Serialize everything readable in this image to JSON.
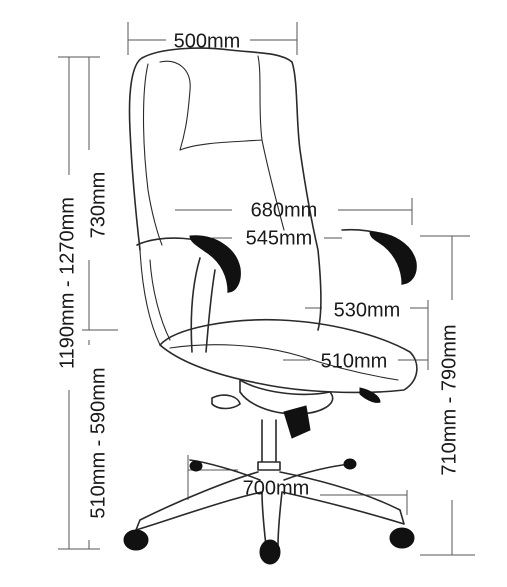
{
  "dimensions": {
    "top_width": "500mm",
    "arm_width_outer": "680mm",
    "arm_width_inner": "545mm",
    "seat_depth": "530mm",
    "seat_width": "510mm",
    "base_diameter": "700mm",
    "total_height": "1190mm - 1270mm",
    "back_height": "730mm",
    "seat_height": "510mm - 590mm",
    "arm_height": "710mm - 790mm"
  },
  "colors": {
    "outline": "#2a2a2a",
    "fill_dark": "#111111",
    "dimension_line": "#555555"
  }
}
